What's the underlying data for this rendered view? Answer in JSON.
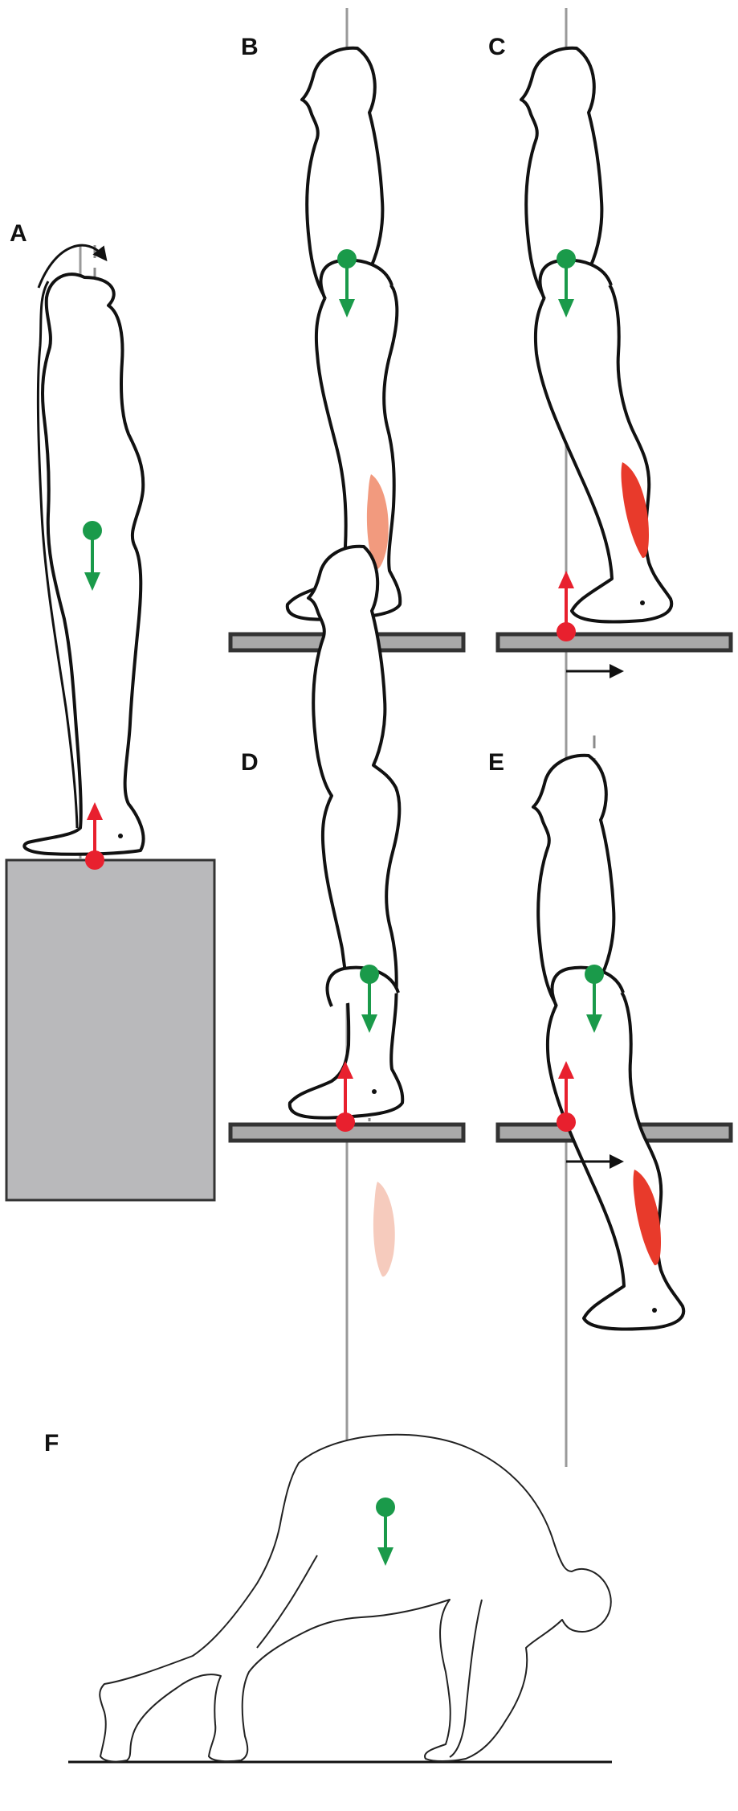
{
  "panels": {
    "a": {
      "label": "A"
    },
    "b": {
      "label": "B"
    },
    "c": {
      "label": "C"
    },
    "d": {
      "label": "D"
    },
    "e": {
      "label": "E"
    },
    "f": {
      "label": "F"
    }
  },
  "colors": {
    "center_of_mass": "#1a9a4a",
    "center_of_pressure": "#e8202e",
    "platform": "#a9a9a9",
    "box": "#b9b9bb",
    "muscle_light": "#f6cbbd",
    "muscle_medium": "#f29a7e",
    "muscle_strong": "#e83a2b",
    "outline": "#111111"
  }
}
